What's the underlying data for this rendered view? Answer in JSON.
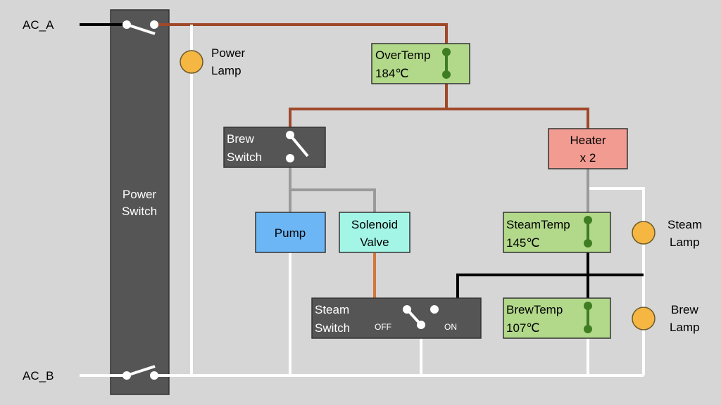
{
  "labels": {
    "ac_a": "AC_A",
    "ac_b": "AC_B",
    "power_lamp_line1": "Power",
    "power_lamp_line2": "Lamp",
    "steam_lamp_line1": "Steam",
    "steam_lamp_line2": "Lamp",
    "brew_lamp_line1": "Brew",
    "brew_lamp_line2": "Lamp"
  },
  "blocks": {
    "power_switch": {
      "line1": "Power",
      "line2": "Switch"
    },
    "overtemp": {
      "line1": "OverTemp",
      "line2": "184℃"
    },
    "brew_switch": {
      "line1": "Brew",
      "line2": "Switch"
    },
    "heater": {
      "line1": "Heater",
      "line2": "x 2"
    },
    "pump": {
      "label": "Pump"
    },
    "solenoid": {
      "line1": "Solenoid",
      "line2": "Valve"
    },
    "steamtemp": {
      "line1": "SteamTemp",
      "line2": "145℃"
    },
    "brewtemp": {
      "line1": "BrewTemp",
      "line2": "107℃"
    },
    "steam_switch": {
      "line1": "Steam",
      "line2": "Switch",
      "off": "OFF",
      "on": "ON"
    }
  },
  "colors": {
    "background": "#d6d6d6",
    "wire_live": "#a0482a",
    "wire_neutral": "#ffffff",
    "wire_black": "#000000",
    "wire_grey": "#9a9a9a",
    "wire_orange": "#d2773a",
    "dark_block": "#555555",
    "thermostat_green": "#b2d88a",
    "thermostat_contact": "#3f7d23",
    "heater_pink": "#f29b91",
    "pump_blue": "#6cb6f5",
    "solenoid_aqua": "#a3f5e6",
    "lamp_orange": "#f5b642"
  }
}
